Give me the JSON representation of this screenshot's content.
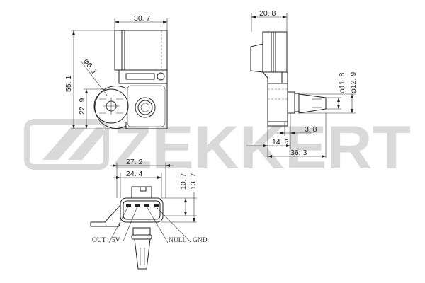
{
  "watermark": {
    "brand": "ZEKKERT",
    "color": "#d9d9d9"
  },
  "views": {
    "front": {
      "width_label": "30. 7",
      "height_label": "55. 1",
      "lower_height_label": "22. 9",
      "hole_label": "φ6. 1"
    },
    "side": {
      "width_label": "20. 8",
      "dia_inner_label": "φ11. 8",
      "dia_outer_label": "φ12. 9",
      "offset_label": "3. 8",
      "mid_label": "14. 5",
      "total_label": "36. 3"
    },
    "connector": {
      "outer_width_label": "27. 2",
      "inner_width_label": "24. 4",
      "inner_height_label": "10. 7",
      "outer_height_label": "13. 7",
      "pins": [
        "OUT",
        "5V",
        "NULL",
        "GND"
      ]
    }
  }
}
